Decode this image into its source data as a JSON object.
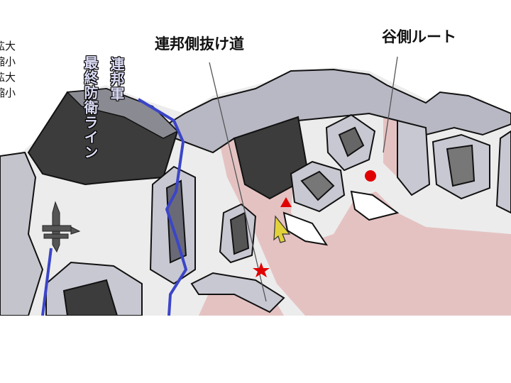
{
  "side_controls": [
    {
      "label": "拡大"
    },
    {
      "label": "縮小"
    },
    {
      "label": "拡大"
    },
    {
      "label": "縮小"
    }
  ],
  "labels": {
    "federal_line_1": "連邦軍",
    "federal_line_2": "最終防衛ライン",
    "federal_passage": "連邦側抜け道",
    "valley_route": "谷側ルート"
  },
  "markers": {
    "triangle": "triangle-marker",
    "circle": "circle-marker",
    "star": "star-marker",
    "cursor": "arrow-cursor"
  },
  "colors": {
    "floor": "#ececec",
    "wall_dark": "#3c3c3c",
    "wall_light": "#b8b8c4",
    "route_pink": "#e5c2c2",
    "defense_line": "#3b45c8",
    "marker": "#e00000",
    "cursor": "#e2d23a"
  }
}
